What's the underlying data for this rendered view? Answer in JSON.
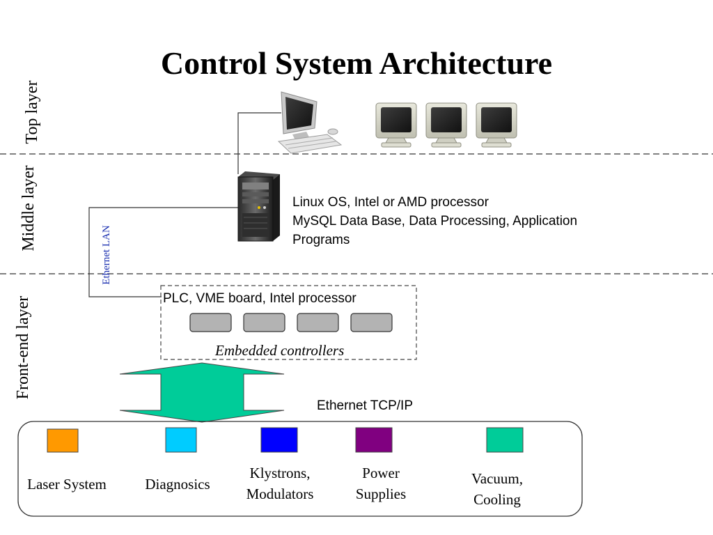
{
  "title": "Control System Architecture",
  "layers": {
    "top": "Top layer",
    "middle": "Middle layer",
    "frontend": "Front-end layer"
  },
  "network": {
    "lan_label": "Ethernet LAN",
    "tcp_label": "Ethernet TCP/IP"
  },
  "server_info": {
    "line1": "Linux OS, Intel or AMD processor",
    "line2": "MySQL Data Base, Data Processing, Application",
    "line3": "Programs"
  },
  "controllers": {
    "title": "PLC, VME board, Intel processor",
    "caption": "Embedded controllers",
    "count": 4
  },
  "devices": [
    {
      "line1": "Laser System",
      "line2": "",
      "color": "#ff9900"
    },
    {
      "line1": "Diagnosics",
      "line2": "",
      "color": "#00ccff"
    },
    {
      "line1": "Klystrons,",
      "line2": "Modulators",
      "color": "#0000ff"
    },
    {
      "line1": "Power",
      "line2": "Supplies",
      "color": "#800080"
    },
    {
      "line1": "Vacuum,",
      "line2": "Cooling",
      "color": "#00cc99"
    }
  ],
  "colors": {
    "arrow": "#00cc99",
    "controller_fill": "#b3b3b3",
    "lan_text": "#1a2fb0"
  },
  "icons": {
    "workstation": "desktop-computer-icon",
    "monitors": "crt-monitor-icon",
    "server": "tower-server-icon"
  }
}
